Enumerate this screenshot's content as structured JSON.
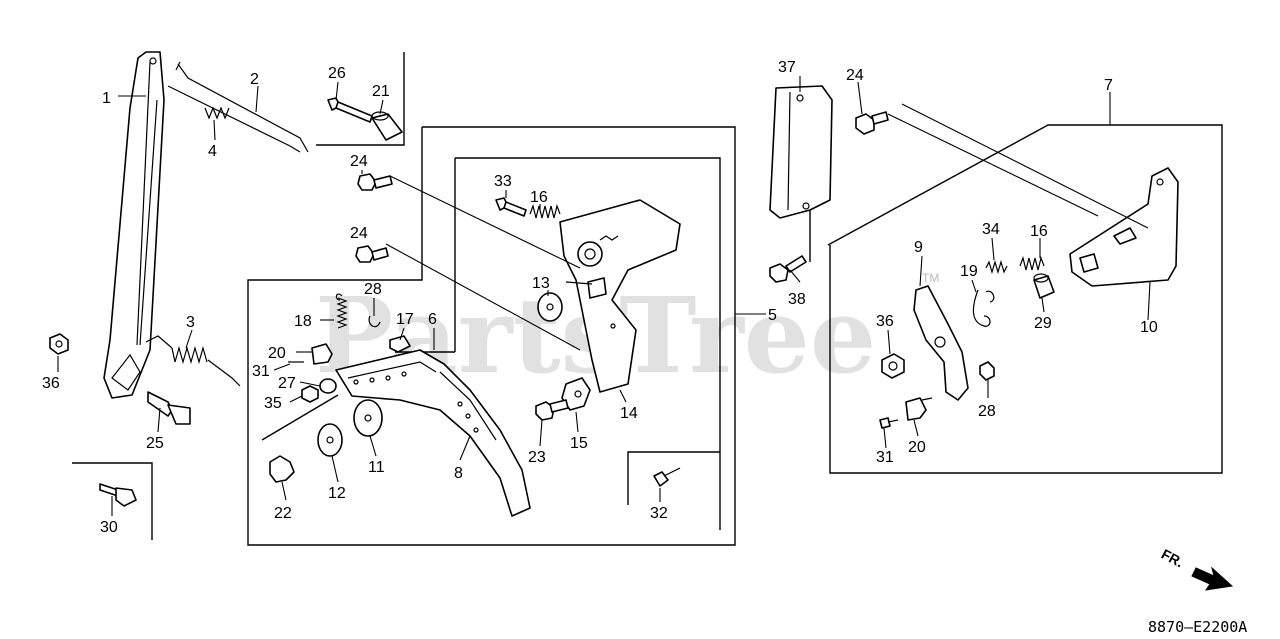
{
  "watermark": "PartsTree",
  "trademark": "TM",
  "diagram_code": "8870—E2200A",
  "front_marker": "FR.",
  "callouts": {
    "c1": "1",
    "c2": "2",
    "c3": "3",
    "c4": "4",
    "c5": "5",
    "c6": "6",
    "c7": "7",
    "c8": "8",
    "c9": "9",
    "c10": "10",
    "c11": "11",
    "c12": "12",
    "c13": "13",
    "c14": "14",
    "c15": "15",
    "c16a": "16",
    "c16b": "16",
    "c17": "17",
    "c18": "18",
    "c19": "19",
    "c20a": "20",
    "c20b": "20",
    "c21": "21",
    "c22": "22",
    "c23": "23",
    "c24a": "24",
    "c24b": "24",
    "c24c": "24",
    "c25": "25",
    "c26": "26",
    "c27": "27",
    "c28a": "28",
    "c28b": "28",
    "c29": "29",
    "c30": "30",
    "c31a": "31",
    "c31b": "31",
    "c32": "32",
    "c33": "33",
    "c34": "34",
    "c35": "35",
    "c36a": "36",
    "c36b": "36",
    "c37": "37",
    "c38": "38"
  }
}
